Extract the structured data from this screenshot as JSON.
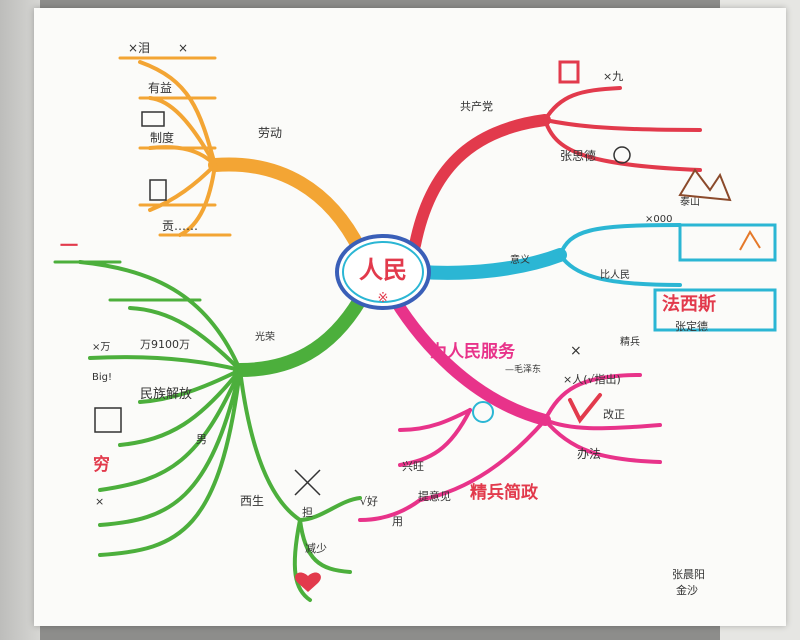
{
  "colors": {
    "orange": "#f3a534",
    "red": "#e23a4c",
    "pink": "#e8338a",
    "cyan": "#2bb6d4",
    "green": "#4caf3c",
    "blue": "#3a5fb8",
    "dark": "#333333"
  },
  "center": {
    "title": "人民",
    "mark": "※"
  },
  "orange_branch": {
    "label": "劳动",
    "items": [
      "×泪",
      "×",
      "有益",
      "制度",
      "贡……"
    ]
  },
  "red_branch": {
    "label": "共产党",
    "items": [
      "×九",
      "张思德"
    ]
  },
  "cyan_branch": {
    "label": "意义",
    "items": [
      "泰山",
      "法西斯",
      "张定德",
      "比人民",
      "×000"
    ]
  },
  "pink_branch": {
    "label": "为人民服务",
    "sub": "—毛泽东",
    "items": [
      "×人(√指出)",
      "改正",
      "办法",
      "兴旺",
      "精兵简政",
      "提意见",
      "用",
      "√好",
      "精兵",
      "×"
    ]
  },
  "green_branch": {
    "label": "光荣",
    "items": [
      "一",
      "×万",
      "万9100万",
      "民族解放",
      "男",
      "穷",
      "×",
      "西生",
      "担",
      "减少",
      "Big!"
    ]
  },
  "signature": {
    "line1": "张晨阳",
    "line2": "金沙"
  }
}
